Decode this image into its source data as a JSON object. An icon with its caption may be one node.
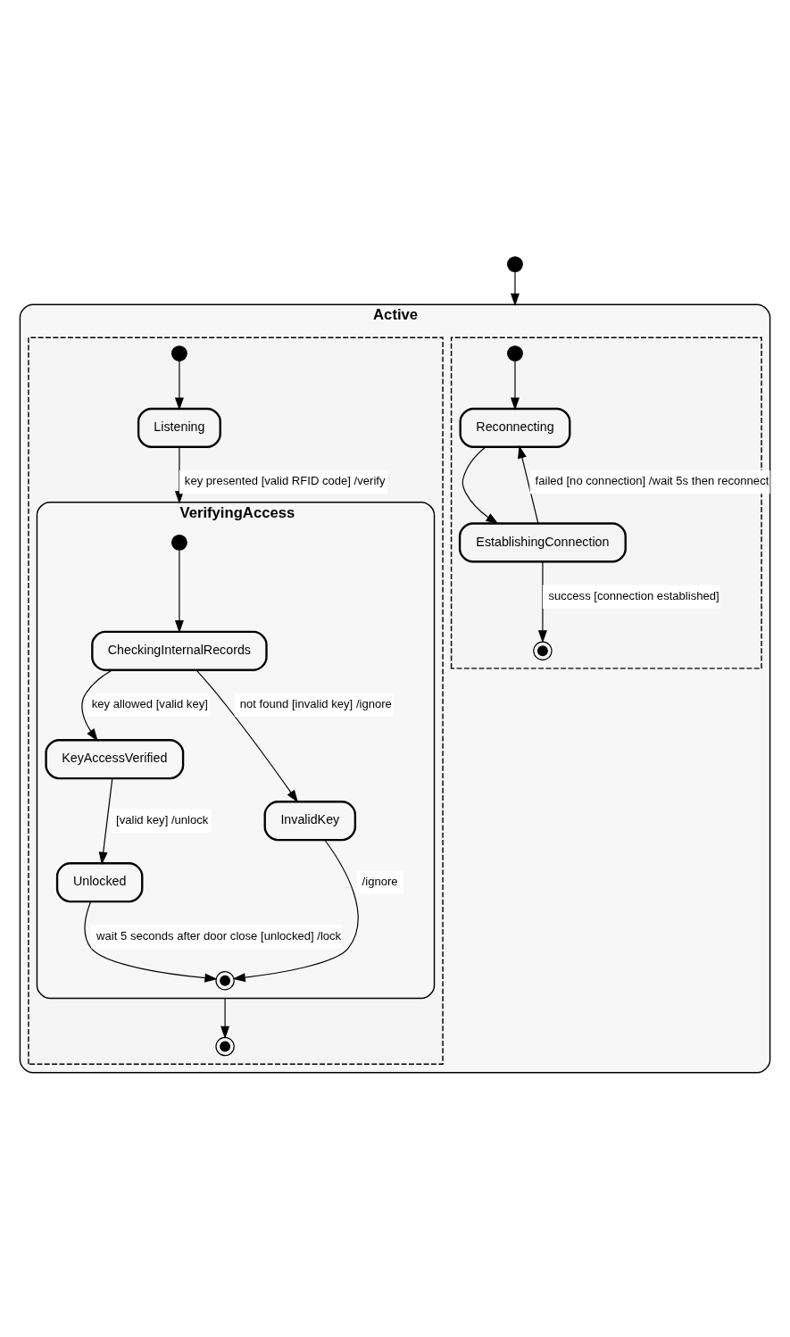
{
  "diagram": {
    "nodes": [
      {
        "text": [],
        "shape": "circle"
      },
      {
        "text": [
          "Active"
        ]
      },
      {
        "text": [],
        "shape": "box",
        "in": 1
      },
      {
        "text": [],
        "shape": "circle",
        "in": 2
      },
      {
        "text": [
          "Reconnecting"
        ],
        "in": 2
      },
      {
        "text": [
          "EstablishingConnection"
        ],
        "in": 2
      },
      {
        "text": [],
        "shape": "bullseye",
        "in": 2
      },
      {
        "text": [],
        "shape": "box",
        "in": 1
      },
      {
        "text": [],
        "shape": "circle",
        "in": 7
      },
      {
        "text": [
          "Listening"
        ],
        "in": 7
      },
      {
        "text": [
          "VerifyingAccess"
        ],
        "in": 7
      },
      {
        "text": [],
        "shape": "circle",
        "in": 10
      },
      {
        "text": [
          "CheckingInternalRecords"
        ],
        "in": 10
      },
      {
        "text": [
          "KeyAccessVerified"
        ],
        "in": 10
      },
      {
        "text": [
          "Unlocked"
        ],
        "in": 10
      },
      {
        "text": [
          "InvalidKey"
        ],
        "in": 10
      },
      {
        "text": [],
        "shape": "bullseye",
        "in": 10
      },
      {
        "text": [],
        "shape": "bullseye",
        "in": 7
      }
    ],
    "edges": [
      {
        "from": 0,
        "to": 1,
        "arrow": "to"
      },
      {
        "from": 3,
        "to": 4,
        "arrow": "to"
      },
      {
        "from": 4,
        "to": 5,
        "arrow": "to"
      },
      {
        "from": 5,
        "to": 4,
        "arrow": "to",
        "label": "failed [no connection] /wait 5s then reconnect"
      },
      {
        "from": 5,
        "to": 6,
        "arrow": "to",
        "label": "success [connection established]"
      },
      {
        "from": 8,
        "to": 9,
        "arrow": "to"
      },
      {
        "from": 9,
        "to": 10,
        "arrow": "to",
        "label": "key presented [valid RFID code] /verify"
      },
      {
        "from": 11,
        "to": 12,
        "arrow": "to"
      },
      {
        "from": 12,
        "to": 13,
        "arrow": "to",
        "label": "key allowed [valid key]"
      },
      {
        "from": 12,
        "to": 15,
        "arrow": "to",
        "label": "not found [invalid key] /ignore"
      },
      {
        "from": 13,
        "to": 14,
        "arrow": "to",
        "label": "[valid key] /unlock"
      },
      {
        "from": 14,
        "to": 16,
        "arrow": "to",
        "label": "wait 5 seconds after door close [unlocked] /lock"
      },
      {
        "from": 15,
        "to": 16,
        "arrow": "to",
        "label": "/ignore"
      },
      {
        "from": 10,
        "to": 17,
        "arrow": "to"
      }
    ]
  }
}
